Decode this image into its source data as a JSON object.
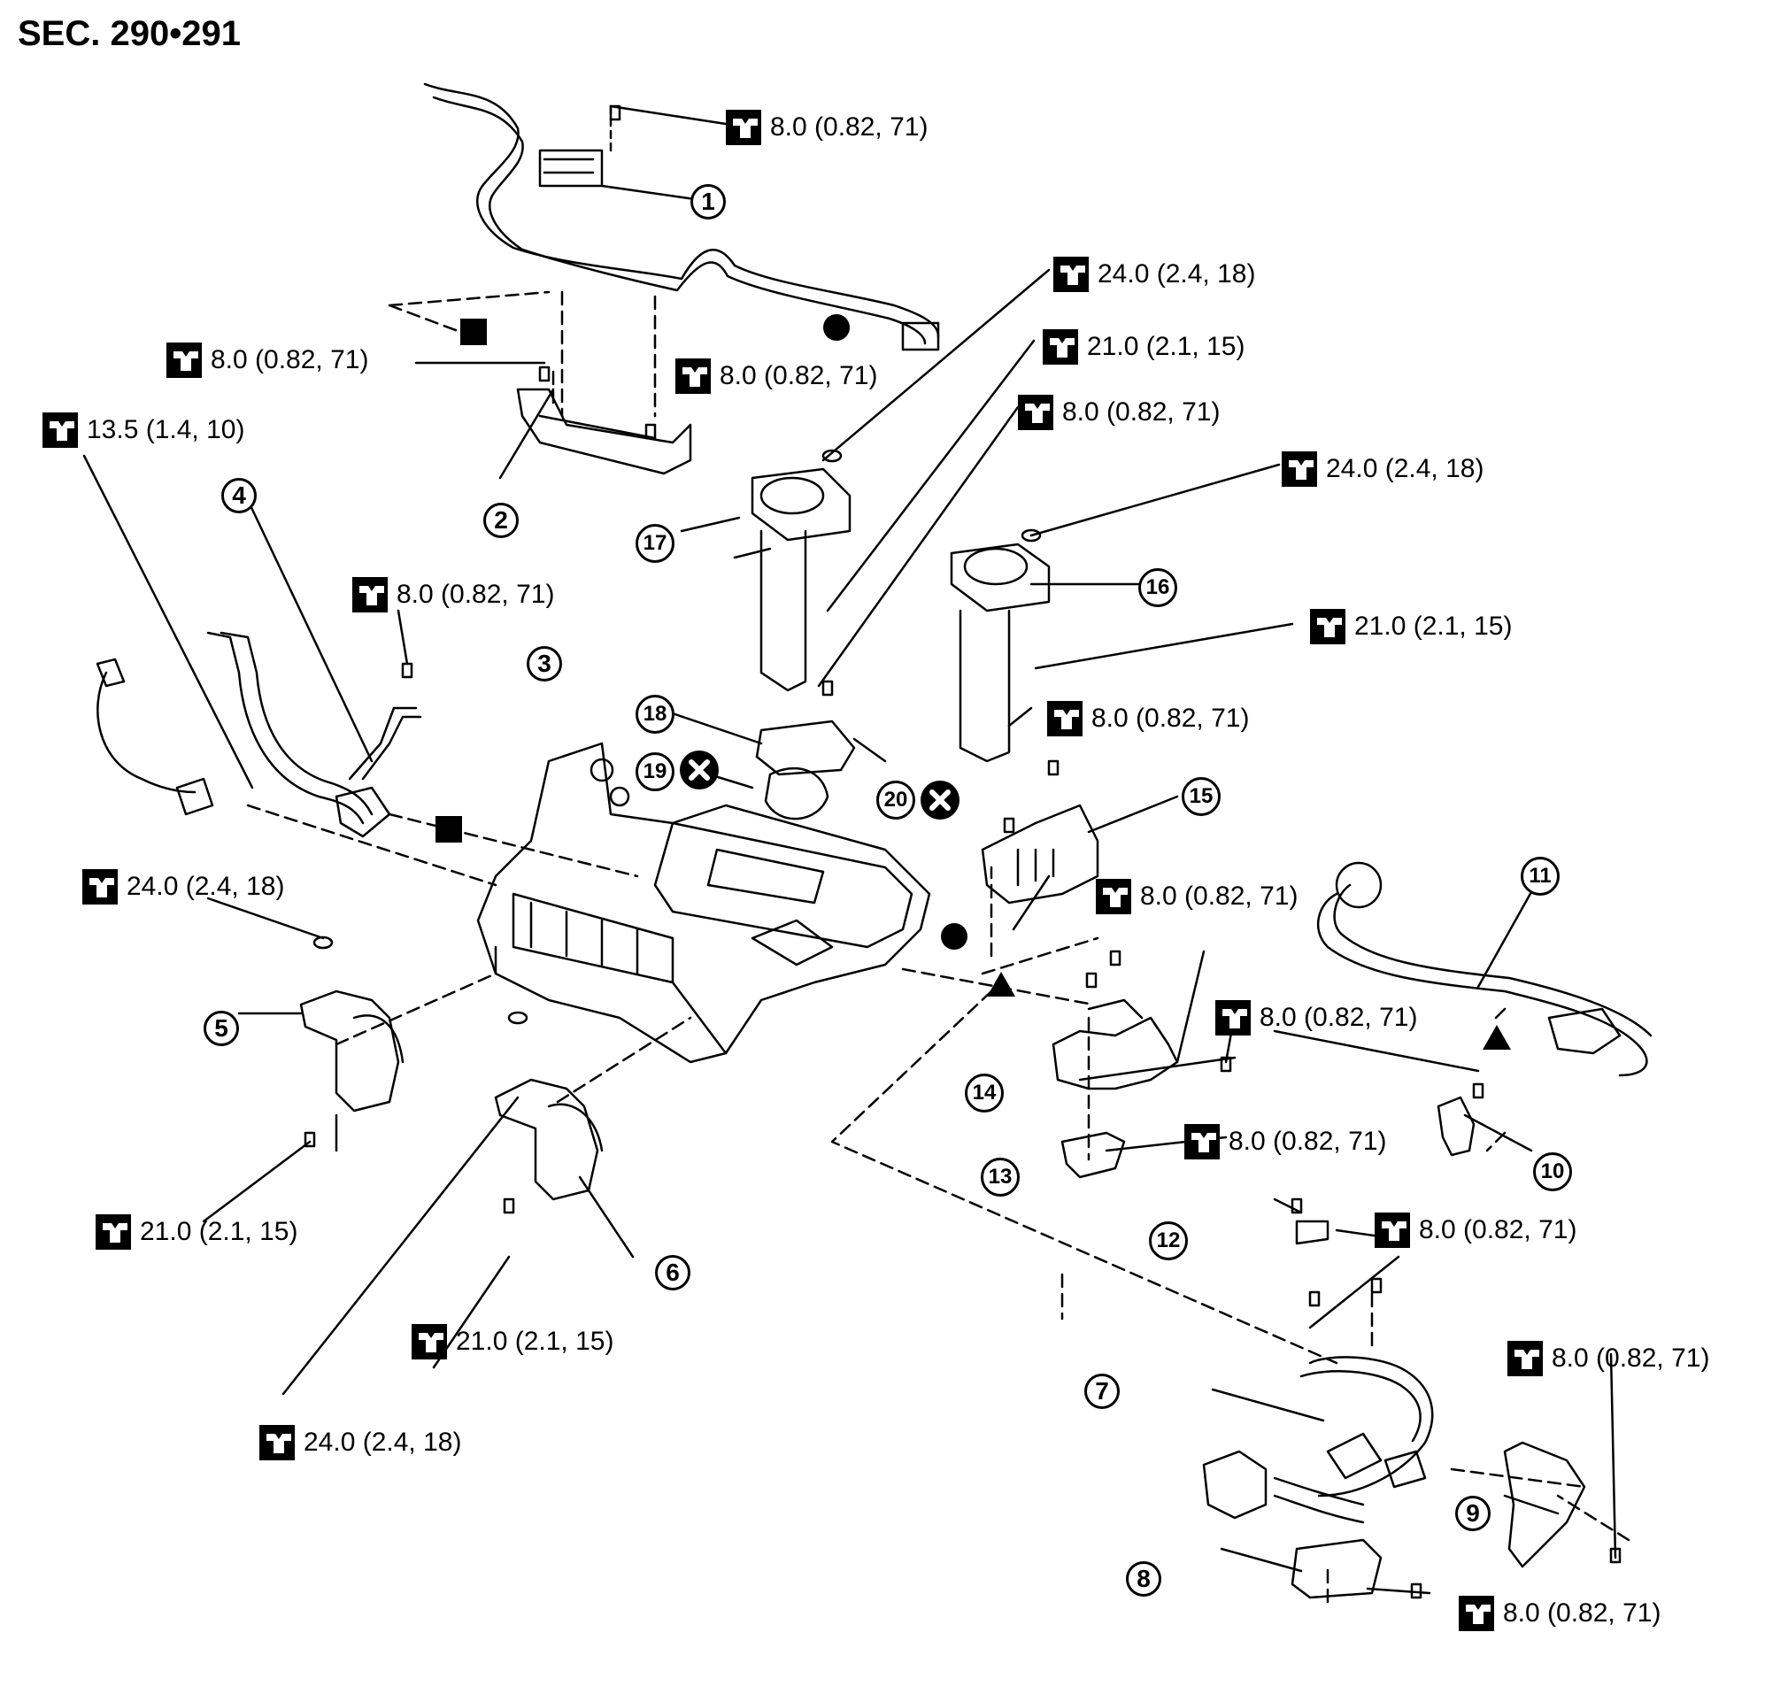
{
  "title": "SEC. 290•291",
  "torques": {
    "t1": "8.0 (0.82, 71)",
    "t2": "24.0 (2.4, 18)",
    "t3": "21.0 (2.1, 15)",
    "t4": "8.0 (0.82, 71)",
    "t5": "8.0 (0.82, 71)",
    "t6": "8.0 (0.82, 71)",
    "t7": "24.0 (2.4, 18)",
    "t8": "13.5 (1.4, 10)",
    "t9": "8.0 (0.82, 71)",
    "t10": "21.0 (2.1, 15)",
    "t11": "8.0 (0.82, 71)",
    "t12": "24.0 (2.4, 18)",
    "t13": "8.0 (0.82, 71)",
    "t14": "8.0 (0.82, 71)",
    "t15": "21.0 (2.1, 15)",
    "t16": "8.0 (0.82, 71)",
    "t17": "21.0 (2.1, 15)",
    "t18": "8.0 (0.82, 71)",
    "t19": "24.0 (2.4, 18)",
    "t20": "8.0 (0.82, 71)",
    "t21": "8.0 (0.82, 71)"
  },
  "callouts": [
    "1",
    "2",
    "3",
    "4",
    "5",
    "6",
    "7",
    "8",
    "9",
    "10",
    "11",
    "12",
    "13",
    "14",
    "15",
    "16",
    "17",
    "18",
    "19",
    "20"
  ],
  "symbols": {
    "circle": "filled-circle",
    "square": "filled-square",
    "triangle": "filled-triangle",
    "x": "circled-x"
  }
}
